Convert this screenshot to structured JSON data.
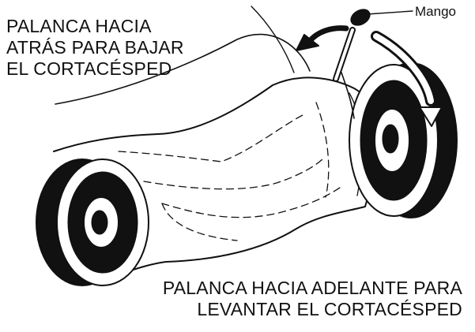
{
  "labels": {
    "top_caption": [
      "PALANCA HACIA",
      "ATRÁS PARA BAJAR",
      "EL CORTACÉSPED"
    ],
    "bottom_caption": [
      "PALANCA HACIA ADELANTE PARA",
      "LEVANTAR EL CORTACÉSPED"
    ],
    "handle": "Mango"
  },
  "colors": {
    "ink": "#111111",
    "paper": "#ffffff"
  }
}
